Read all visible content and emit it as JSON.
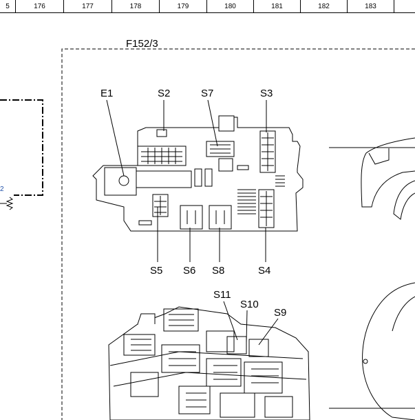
{
  "ruler": {
    "cells": [
      "5",
      "176",
      "177",
      "178",
      "179",
      "180",
      "181",
      "182",
      "183",
      ""
    ]
  },
  "block_title": "F152/3",
  "left_block_mark": "2",
  "labels": {
    "e1": "E1",
    "s2": "S2",
    "s7": "S7",
    "s3": "S3",
    "s5": "S5",
    "s6": "S6",
    "s8": "S8",
    "s4": "S4",
    "s11": "S11",
    "s10": "S10",
    "s9": "S9"
  }
}
